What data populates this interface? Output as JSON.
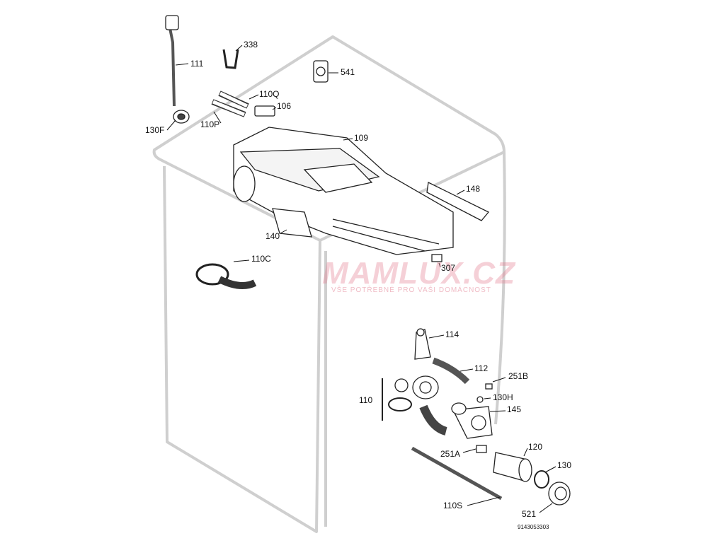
{
  "diagram": {
    "watermark": {
      "brand": "MAMLUX.CZ",
      "tagline": "VŠE POTŘEBNÉ PRO VAŠI DOMÁCNOST"
    },
    "drawing_number": "9143053303",
    "labels": {
      "p111": "111",
      "p338": "338",
      "p541": "541",
      "p110Q": "110Q",
      "p106": "106",
      "p110P": "110P",
      "p130F": "130F",
      "p109": "109",
      "p148": "148",
      "p140": "140",
      "p110C": "110C",
      "p307": "307",
      "p114": "114",
      "p112": "112",
      "p251B": "251B",
      "p110": "110",
      "p130H": "130H",
      "p145": "145",
      "p120": "120",
      "p251A": "251A",
      "p130": "130",
      "p110S": "110S",
      "p521": "521"
    },
    "colors": {
      "outline": "#c8c8c8",
      "part": "#222222",
      "watermark": "#e1788c"
    }
  }
}
